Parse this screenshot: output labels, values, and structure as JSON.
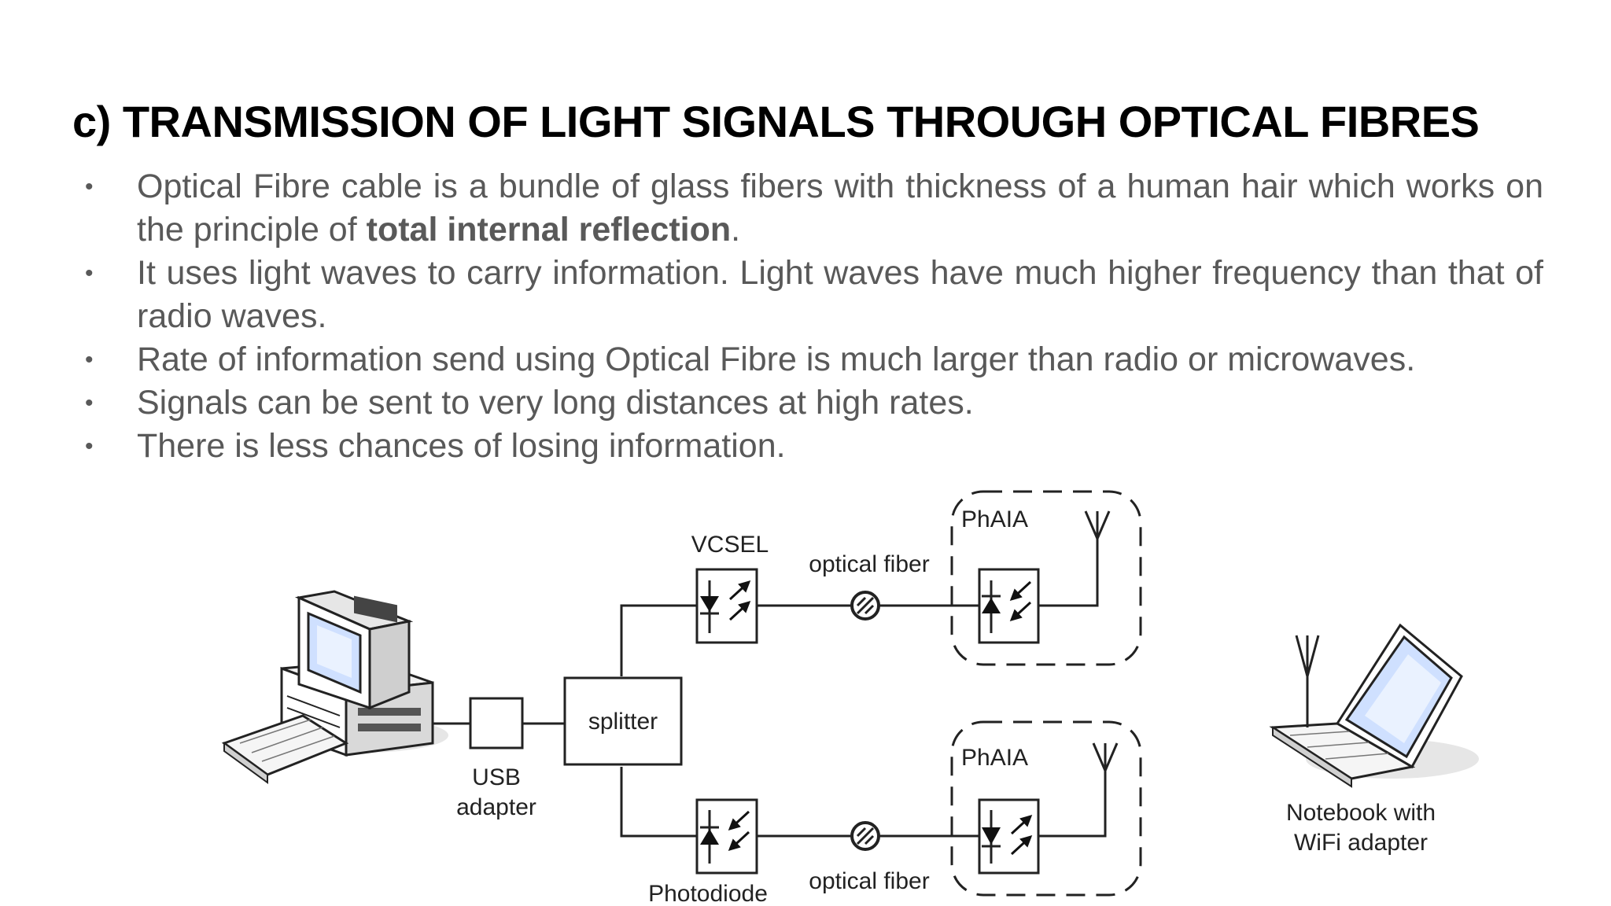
{
  "slide": {
    "title": "c) TRANSMISSION OF LIGHT SIGNALS THROUGH OPTICAL FIBRES",
    "bullets": [
      {
        "text": "Optical Fibre cable is a bundle of glass fibers with thickness of a human hair which works on the principle of ",
        "bold": "total internal reflection",
        "tail": "."
      },
      {
        "text": "It uses light waves to carry information. Light waves have much higher frequency than that of radio waves."
      },
      {
        "text": "Rate of information send using Optical Fibre is much larger than radio or microwaves."
      },
      {
        "text": "Signals can be sent to very long distances at high rates."
      },
      {
        "text": "There is less chances of losing information."
      }
    ],
    "bullet_glyph": "•"
  },
  "diagram": {
    "labels": {
      "vcsel": "VCSEL",
      "optical_fiber_top": "optical fiber",
      "phaia_top": "PhAIA",
      "phaia_bottom": "PhAIA",
      "splitter": "splitter",
      "usb_adapter_line1": "USB",
      "usb_adapter_line2": "adapter",
      "optical_fiber_bottom": "optical fiber",
      "photodiode": "Photodiode",
      "notebook_line1": "Notebook with",
      "notebook_line2": "WiFi adapter"
    },
    "icons": [
      "desktop-computer-icon",
      "notebook-computer-icon",
      "antenna-icon",
      "diode-icon",
      "fiber-connector-icon"
    ]
  }
}
